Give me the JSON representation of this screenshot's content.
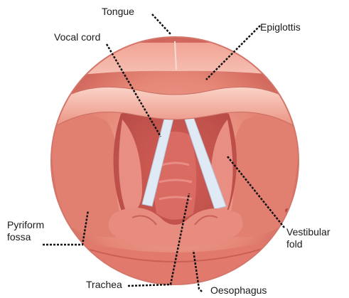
{
  "labels": {
    "tongue": "Tongue",
    "vocal_cord": "Vocal cord",
    "epiglottis": "Epiglottis",
    "pyriform_fossa": "Pyriform\nfossa",
    "vestibular_fold": "Vestibular\nfold",
    "trachea": "Trachea",
    "oesophagus": "Oesophagus"
  },
  "colors": {
    "tissue_outer": "#e0786b",
    "tissue_mid": "#ea8e80",
    "tissue_light": "#f3b5a8",
    "tissue_dark": "#b84a44",
    "cord": "#dfeaf4",
    "leader": "#111111"
  }
}
